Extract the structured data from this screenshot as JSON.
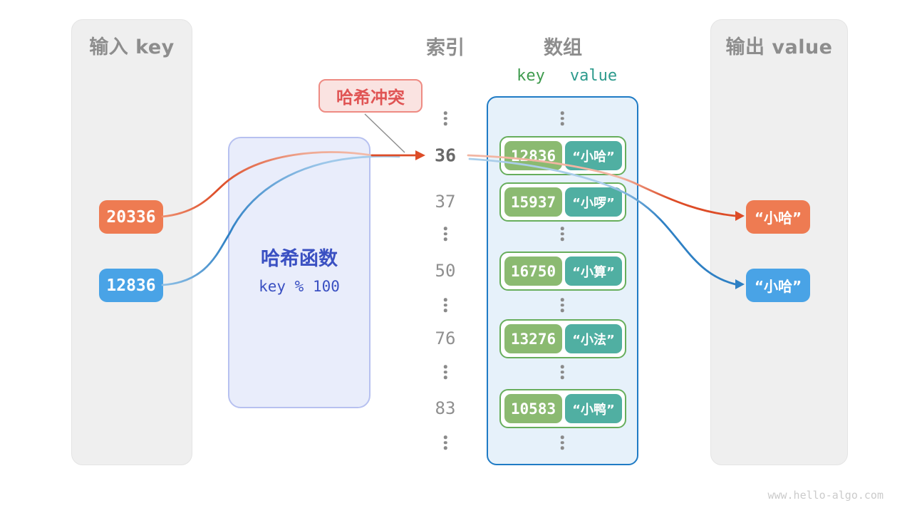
{
  "page": {
    "watermark": "www.hello-algo.com"
  },
  "colors": {
    "orange_chip": "#EE7B52",
    "orange_line": "#DD4C27",
    "blue_chip": "#49A3E6",
    "blue_line": "#2E80C4",
    "key_pill_green": "#8BBA71",
    "value_pill_teal": "#50AFA2",
    "row_border_green": "#67AE5C",
    "array_border_blue": "#1F7BC5",
    "array_fill": "#E6F1FA",
    "hash_fill": "#E9EDFB",
    "hash_border": "#B7C1F0",
    "hash_text_blue": "#3A50C2",
    "collision_fill": "#FAE3E1",
    "collision_border": "#EE8B83",
    "collision_text": "#E05454",
    "panel_gray": "#EFEFEF",
    "title_gray": "#8D8D8D"
  },
  "input_panel": {
    "title": "输入 key",
    "keys": [
      {
        "value": "20336"
      },
      {
        "value": "12836"
      }
    ]
  },
  "hash_box": {
    "title": "哈希函数",
    "formula": "key % 100"
  },
  "collision_label": {
    "text": "哈希冲突"
  },
  "index_column": {
    "title": "索引",
    "values": [
      "36",
      "37",
      "50",
      "76",
      "83"
    ]
  },
  "array_panel": {
    "title": "数组",
    "key_header": "key",
    "value_header": "value",
    "rows": [
      {
        "key": "12836",
        "value": "“小哈”"
      },
      {
        "key": "15937",
        "value": "“小啰”"
      },
      {
        "key": "16750",
        "value": "“小算”"
      },
      {
        "key": "13276",
        "value": "“小法”"
      },
      {
        "key": "10583",
        "value": "“小鸭”"
      }
    ]
  },
  "output_panel": {
    "title": "输出 value",
    "values": [
      {
        "value": "“小哈”"
      },
      {
        "value": "“小哈”"
      }
    ]
  }
}
